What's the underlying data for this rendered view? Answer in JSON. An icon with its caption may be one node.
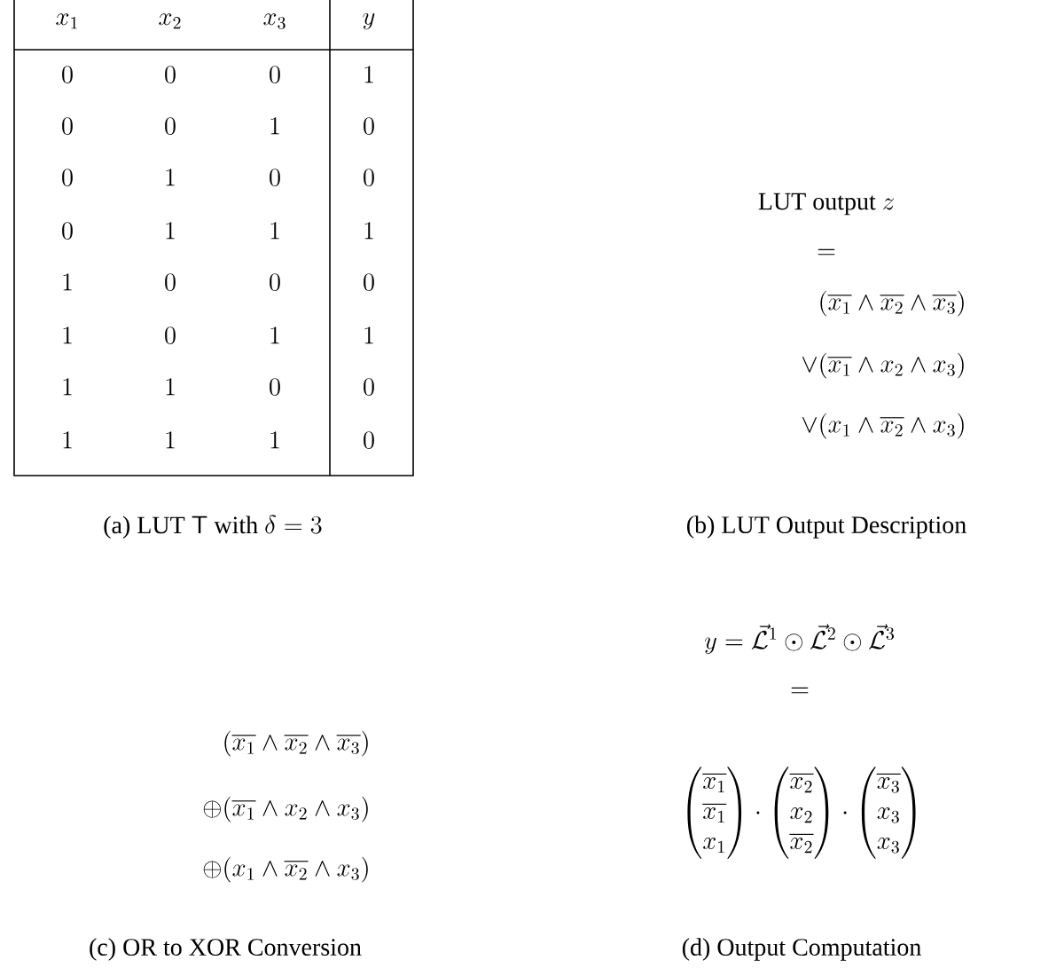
{
  "diagram": {
    "labels": [
      "x_1",
      "x_2",
      "x_3",
      "y",
      "0",
      "0",
      "0",
      "1",
      "0",
      "0",
      "1",
      "0",
      "0",
      "1",
      "0",
      "0",
      "0",
      "1",
      "1",
      "1",
      "1",
      "0",
      "0",
      "0",
      "1",
      "0",
      "1",
      "1",
      "1",
      "1",
      "0",
      "0",
      "1",
      "1",
      "1",
      "0",
      "\\textrm{LUT output } z",
      "=",
      "(\\overline{x_1} \\land \\overline{x_2} \\land \\overline{x_3})",
      "\\lor(\\overline{x_1} \\land x_2 \\land x_3)",
      "\\lor(x_1 \\land \\overline{x_2} \\land x_3)",
      "\\textrm{(a) LUT }\\mathsf{T}\\textrm{ with }\\delta = 3",
      "\\textrm{(b) LUT Output Description}",
      "y = \\vec{\\mathcal{L}}^1 \\odot \\vec{\\mathcal{L}}^2 \\odot \\vec{\\mathcal{L}}^3",
      "=",
      "(\\overline{x_1} \\land \\overline{x_2} \\land \\overline{x_3})",
      "\\oplus(\\overline{x_1} \\land x_2 \\land x_3)",
      "\\oplus(x_1 \\land \\overline{x_2} \\land x_3)",
      "\\begin{pmatrix}\\overline{x_1}\\\\ \\overline{x_1}\\\\ x_1\\end{pmatrix} \\cdot \\begin{pmatrix}\\overline{x_2}\\\\ x_2\\\\ \\overline{x_2}\\end{pmatrix} \\cdot \\begin{pmatrix}\\overline{x_3}\\\\ x_3\\\\ x_3\\end{pmatrix}",
      "\\textrm{(c) OR to XOR Conversion}",
      "\\textrm{(d) Output Computation}"
    ]
  }
}
